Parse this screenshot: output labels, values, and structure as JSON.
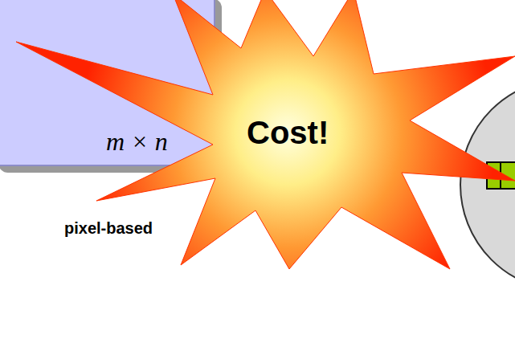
{
  "diagram": {
    "nodes": [
      {
        "text": [
          "m × n"
        ]
      },
      {
        "text": [
          "Cost!"
        ]
      }
    ],
    "labels": [
      "pixel-based"
    ]
  }
}
